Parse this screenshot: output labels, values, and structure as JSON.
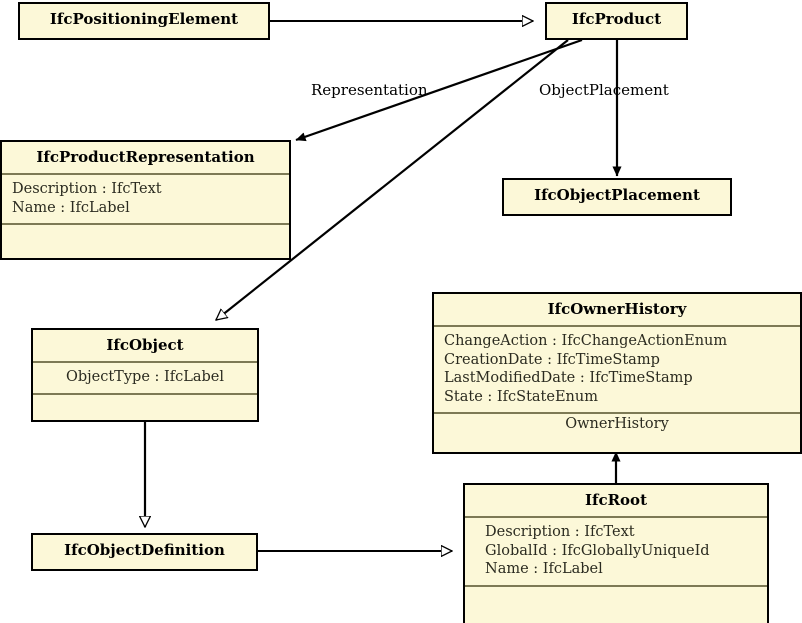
{
  "diagram": {
    "title": "IFC UML class diagram",
    "colors": {
      "class_fill": "#fcf8d8",
      "class_border": "#000000",
      "compartment_divider": "#7d7a55",
      "edge": "#000000",
      "background": "#ffffff"
    }
  },
  "classes": [
    {
      "id": "ifc-positioning-element",
      "name": "IfcPositioningElement",
      "attributes": [],
      "operations": [],
      "has_attr_compartment": false,
      "has_ops_compartment": false
    },
    {
      "id": "ifc-product",
      "name": "IfcProduct",
      "attributes": [],
      "operations": [],
      "has_attr_compartment": false,
      "has_ops_compartment": false
    },
    {
      "id": "ifc-product-representation",
      "name": "IfcProductRepresentation",
      "attributes": [
        "Description : IfcText",
        "Name : IfcLabel"
      ],
      "operations": [],
      "has_attr_compartment": true,
      "has_ops_compartment": true
    },
    {
      "id": "ifc-object-placement",
      "name": "IfcObjectPlacement",
      "attributes": [],
      "operations": [],
      "has_attr_compartment": false,
      "has_ops_compartment": false
    },
    {
      "id": "ifc-owner-history",
      "name": "IfcOwnerHistory",
      "attributes": [
        "ChangeAction : IfcChangeActionEnum",
        "CreationDate : IfcTimeStamp",
        "LastModifiedDate : IfcTimeStamp",
        "State : IfcStateEnum"
      ],
      "operations": [
        "OwnerHistory"
      ],
      "has_attr_compartment": true,
      "has_ops_compartment": true
    },
    {
      "id": "ifc-object",
      "name": "IfcObject",
      "attributes": [
        "ObjectType : IfcLabel"
      ],
      "operations": [],
      "has_attr_compartment": true,
      "has_ops_compartment": true
    },
    {
      "id": "ifc-root",
      "name": "IfcRoot",
      "attributes": [
        "Description : IfcText",
        "GlobalId : IfcGloballyUniqueId",
        "Name : IfcLabel"
      ],
      "operations": [],
      "has_attr_compartment": true,
      "has_ops_compartment": true
    },
    {
      "id": "ifc-object-definition",
      "name": "IfcObjectDefinition",
      "attributes": [],
      "operations": [],
      "has_attr_compartment": false,
      "has_ops_compartment": false
    }
  ],
  "edges": [
    {
      "id": "positioning-element-to-product",
      "from": "IfcPositioningElement",
      "to": "IfcProduct",
      "type": "generalization",
      "arrowhead": "hollow-triangle",
      "label": ""
    },
    {
      "id": "product-to-product-representation",
      "from": "IfcProduct",
      "to": "IfcProductRepresentation",
      "type": "association",
      "arrowhead": "solid-arrow",
      "label": "Representation"
    },
    {
      "id": "product-to-object-placement",
      "from": "IfcProduct",
      "to": "IfcObjectPlacement",
      "type": "association",
      "arrowhead": "solid-arrow",
      "label": "ObjectPlacement"
    },
    {
      "id": "product-to-object",
      "from": "IfcProduct",
      "to": "IfcObject",
      "type": "generalization",
      "arrowhead": "hollow-triangle",
      "label": ""
    },
    {
      "id": "object-to-object-definition",
      "from": "IfcObject",
      "to": "IfcObjectDefinition",
      "type": "generalization",
      "arrowhead": "hollow-triangle",
      "label": ""
    },
    {
      "id": "object-definition-to-root",
      "from": "IfcObjectDefinition",
      "to": "IfcRoot",
      "type": "generalization",
      "arrowhead": "hollow-triangle",
      "label": ""
    },
    {
      "id": "root-to-owner-history",
      "from": "IfcRoot",
      "to": "IfcOwnerHistory",
      "type": "association",
      "arrowhead": "solid-arrow",
      "label": "OwnerHistory"
    }
  ],
  "edge_labels": {
    "representation": "Representation",
    "object_placement": "ObjectPlacement"
  }
}
